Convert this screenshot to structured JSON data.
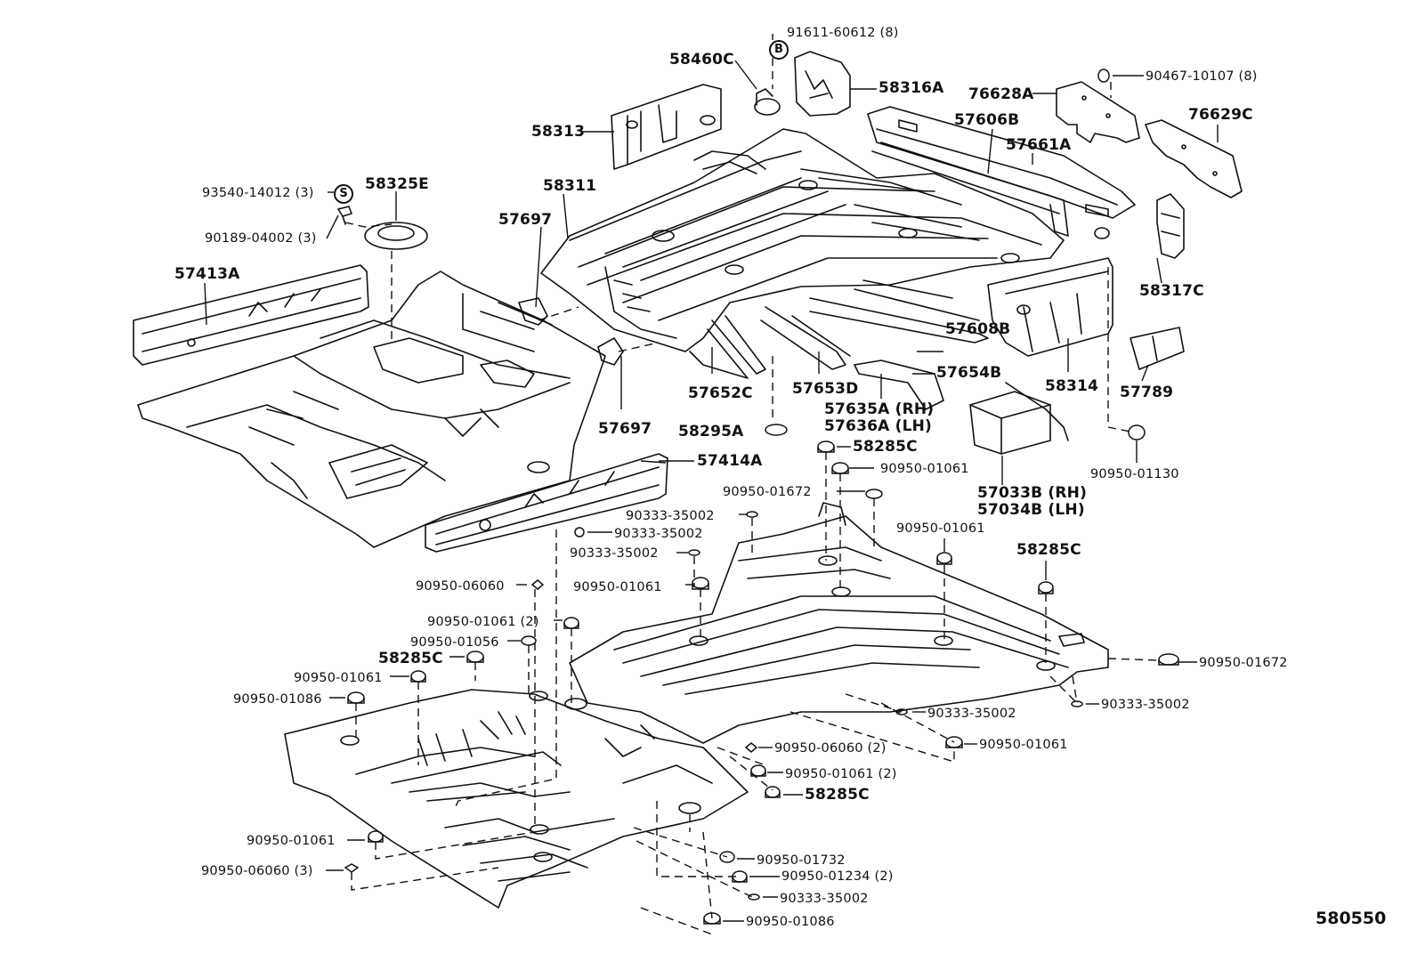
{
  "diagram_id": "580550",
  "symbols": {
    "s": "S",
    "b": "B"
  },
  "labels": [
    "91611-60612 (8)",
    "58460C",
    "58316A",
    "90467-10107 (8)",
    "76628A",
    "76629C",
    "58313",
    "57606B",
    "57661A",
    "93540-14012 (3)",
    "58325E",
    "58311",
    "90189-04002 (3)",
    "57697",
    "57413A",
    "58317C",
    "57608B",
    "57654B",
    "58314",
    "57789",
    "57652C",
    "57653D",
    "57635A (RH)",
    "57636A (LH)",
    "57697",
    "58295A",
    "58285C",
    "90950-01130",
    "57414A",
    "90950-01061",
    "57033B (RH)",
    "57034B (LH)",
    "90950-01672",
    "90333-35002",
    "90950-01061",
    "90333-35002",
    "58285C",
    "90333-35002",
    "90950-06060",
    "90950-01061",
    "90950-01061 (2)",
    "90950-01056",
    "58285C",
    "90950-01672",
    "90950-01061",
    "90950-01086",
    "90333-35002",
    "90333-35002",
    "90950-06060 (2)",
    "90950-01061",
    "90950-01061 (2)",
    "58285C",
    "90950-01061",
    "90950-06060 (3)",
    "90950-01732",
    "90950-01234 (2)",
    "90333-35002",
    "90950-01086"
  ]
}
